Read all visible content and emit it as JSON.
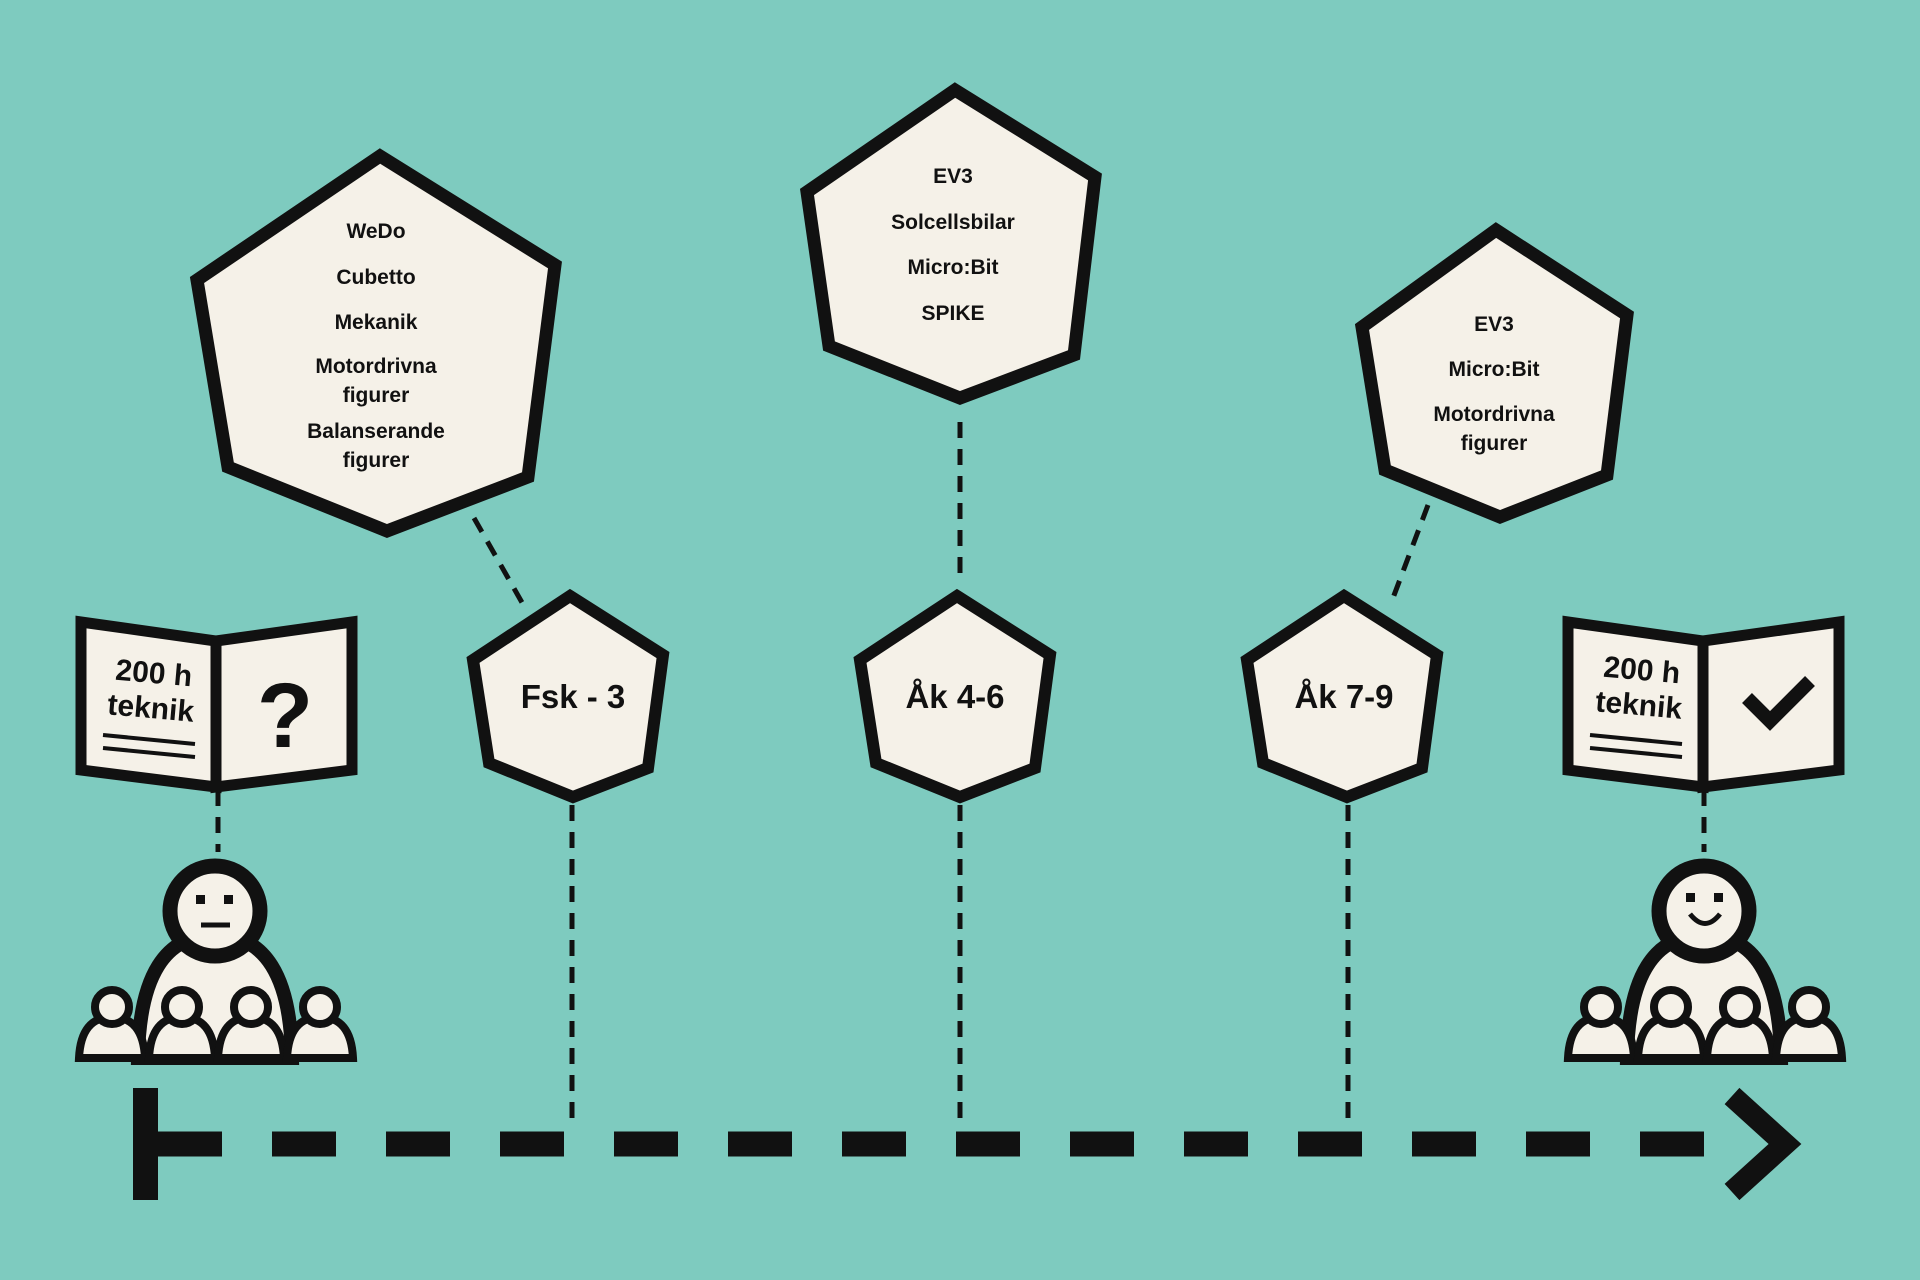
{
  "colors": {
    "background": "#7ecbbf",
    "fill": "#f5f1e8",
    "stroke": "#111111"
  },
  "stages": [
    {
      "label": "Fsk - 3",
      "tools": [
        "WeDo",
        "Cubetto",
        "Mekanik",
        "Motordrivna figurer",
        "Balanserande figurer"
      ]
    },
    {
      "label": "Åk 4-6",
      "tools": [
        "EV3",
        "Solcellsbilar",
        "Micro:Bit",
        "SPIKE"
      ]
    },
    {
      "label": "Åk 7-9",
      "tools": [
        "EV3",
        "Micro:Bit",
        "Motordrivna figurer"
      ]
    }
  ],
  "books": [
    {
      "line1": "200 h",
      "line2": "teknik",
      "mark": "?",
      "mark_icon": "question-mark-icon"
    },
    {
      "line1": "200 h",
      "line2": "teknik",
      "mark": "",
      "mark_icon": "checkmark-icon"
    }
  ],
  "teachers": [
    {
      "face": "neutral-face-icon"
    },
    {
      "face": "smiling-face-icon"
    }
  ],
  "timeline": {
    "end_icon": "arrow-right-icon"
  }
}
